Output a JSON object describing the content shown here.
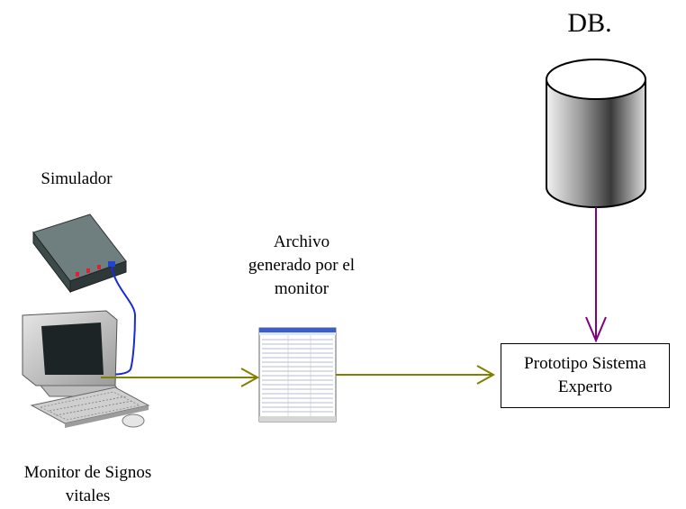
{
  "db": {
    "label": "DB."
  },
  "simulator": {
    "label": "Simulador"
  },
  "file": {
    "label": "Archivo\ngenerado por el\nmonitor"
  },
  "monitor": {
    "label": "Monitor de Signos\nvitales"
  },
  "prototype": {
    "label": "Prototipo Sistema\nExperto"
  },
  "colors": {
    "flow_arrow": "#808000",
    "db_arrow": "#800080",
    "cable": "#1a2bd6"
  },
  "icons": [
    "database-cylinder-icon",
    "simulator-device-icon",
    "computer-monitor-icon",
    "keyboard-icon",
    "mouse-icon",
    "file-document-icon"
  ]
}
